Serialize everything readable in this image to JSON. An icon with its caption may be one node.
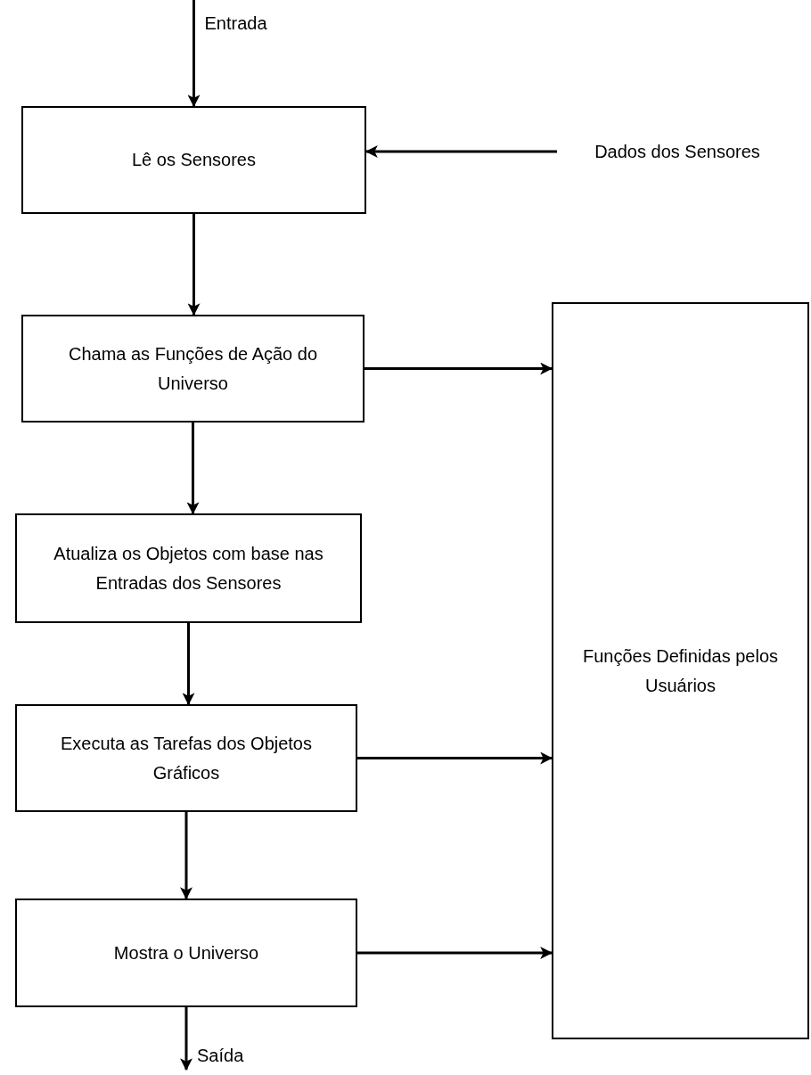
{
  "diagram": {
    "nodes": [
      {
        "text": [
          "Lê os Sensores"
        ]
      },
      {
        "text": [
          "Dados dos Sensores"
        ]
      },
      {
        "text": [
          "Chama as Funções de Ação do Universo"
        ]
      },
      {
        "text": [
          "Atualiza os Objetos com base nas Entradas dos Sensores"
        ]
      },
      {
        "text": [
          "Executa as Tarefas dos Objetos Gráficos"
        ]
      },
      {
        "text": [
          "Mostra o Universo"
        ]
      },
      {
        "text": [
          "Funções Definidas pelos Usuários"
        ]
      }
    ],
    "edges": [
      {
        "from": null,
        "to": 0,
        "arrow": "to",
        "label": "Entrada"
      },
      {
        "from": 1,
        "to": 0,
        "arrow": "to"
      },
      {
        "from": 0,
        "to": 2,
        "arrow": "to"
      },
      {
        "from": 2,
        "to": 3,
        "arrow": "to"
      },
      {
        "from": 3,
        "to": 4,
        "arrow": "to"
      },
      {
        "from": 4,
        "to": 5,
        "arrow": "to"
      },
      {
        "from": 2,
        "to": 6,
        "arrow": "to"
      },
      {
        "from": 4,
        "to": 6,
        "arrow": "to"
      },
      {
        "from": 5,
        "to": 6,
        "arrow": "to"
      },
      {
        "from": 5,
        "to": null,
        "arrow": "to",
        "label": "Saída"
      }
    ]
  }
}
